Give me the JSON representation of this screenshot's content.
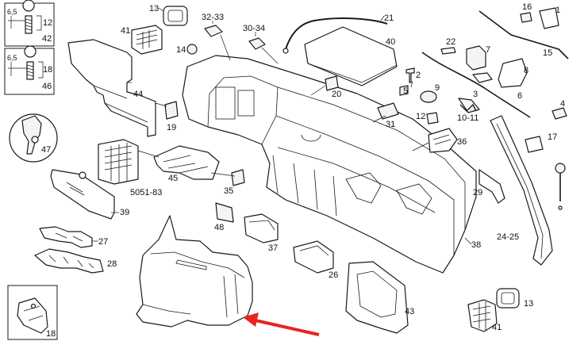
{
  "diagram": {
    "arrow_color": "#e8241f",
    "line_color": "#1a1a1a",
    "highlighted_part": "18",
    "inset_top": {
      "size_a": "6,5",
      "size_b": "12",
      "part": "42"
    },
    "inset_second": {
      "size_a": "6,5",
      "size_b": "18",
      "part": "46"
    },
    "labels": {
      "p13a": "13",
      "p41a": "41",
      "p14": "14",
      "p32_33": "32-33",
      "p30_34": "30-34",
      "p21": "21",
      "p40": "40",
      "p22": "22",
      "p2": "2",
      "p7": "7",
      "p16": "16",
      "p1": "1",
      "p15": "15",
      "p44": "44",
      "p19": "19",
      "p20": "20",
      "p8": "8",
      "p5": "5",
      "p9": "9",
      "p3": "3",
      "p6": "6",
      "p31": "31",
      "p10_11": "10-11",
      "p12": "12",
      "p4": "4",
      "p47": "47",
      "p36": "36",
      "p17": "17",
      "p5051_83": "5051-83",
      "p45": "45",
      "p35": "35",
      "p29": "29",
      "p39": "39",
      "p48": "48",
      "p27": "27",
      "p37": "37",
      "p24_25": "24-25",
      "p28": "28",
      "p38": "38",
      "p26": "26",
      "p18": "18",
      "p43": "43",
      "p13b": "13",
      "p41b": "41"
    }
  }
}
